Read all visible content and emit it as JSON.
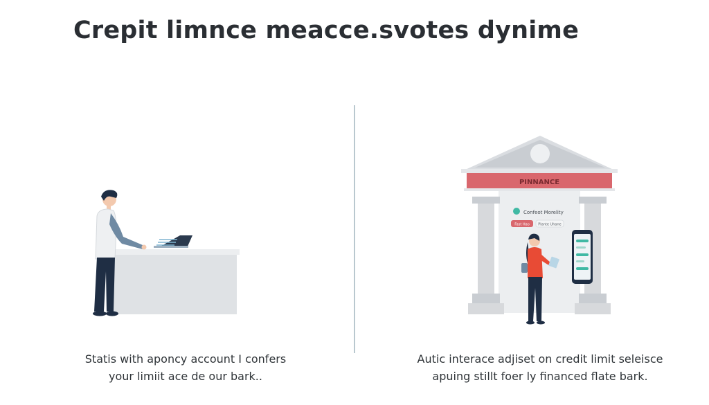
{
  "heading": "Crepit limnce meacce.svotes dynime",
  "left_panel": {
    "caption_line1": "Statis with aponcy account I confers",
    "caption_line2": "your limiit ace de our bark.."
  },
  "right_panel": {
    "bank_sign": "PINNANCE",
    "screen_title": "Confeot Morelity",
    "screen_button_primary": "Fast Hao",
    "screen_button_secondary": "Plante Uhane",
    "caption_line1": "Autic interace adjiset on credit limit seleisce",
    "caption_line2": "apuing stillt foer ly financed flate bark."
  },
  "colors": {
    "bank_sign_band": "#d9676d",
    "shirt_red": "#e84b35",
    "navy": "#1f2e44",
    "column_gray": "#d7d9dc",
    "desk_gray": "#dfe2e5",
    "accent_teal": "#40b9a4"
  }
}
